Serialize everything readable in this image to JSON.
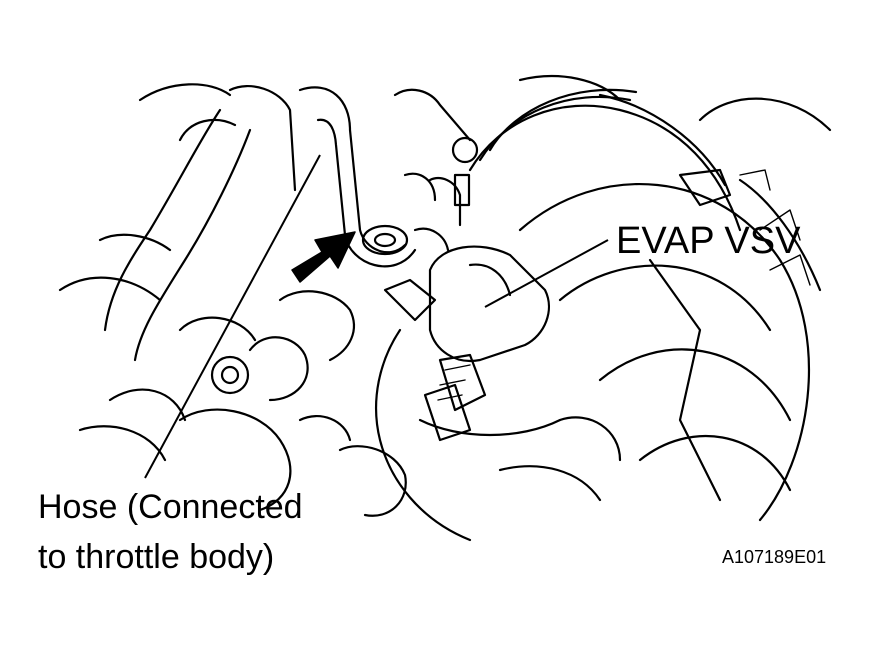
{
  "labels": {
    "evap_vsv": "EVAP VSV",
    "hose_line1": "Hose (Connected",
    "hose_line2": "to throttle body)",
    "figure_id": "A107189E01"
  },
  "colors": {
    "ink": "#000000",
    "background": "#ffffff"
  }
}
